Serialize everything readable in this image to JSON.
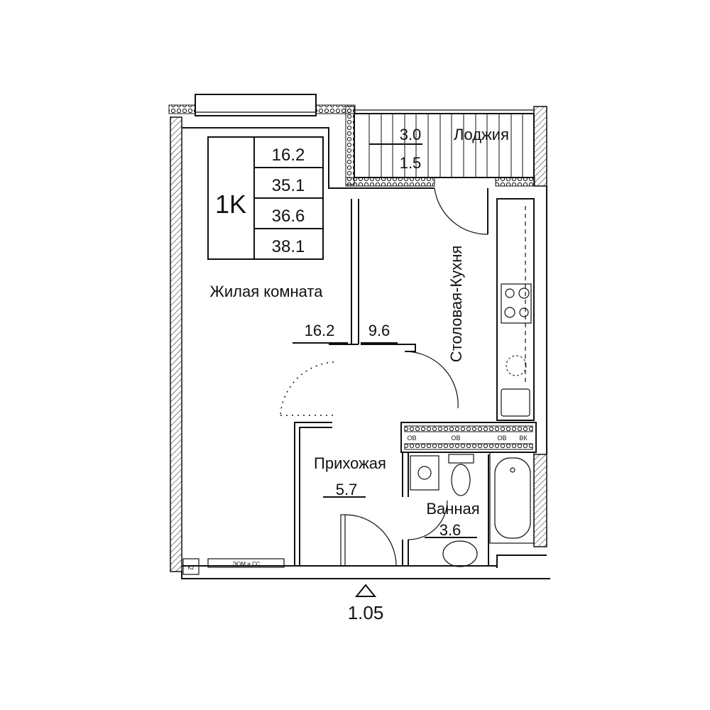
{
  "summary": {
    "type_label": "1K",
    "areas": [
      "16.2",
      "35.1",
      "36.6",
      "38.1"
    ]
  },
  "rooms": {
    "living": {
      "name": "Жилая комната",
      "area": "16.2"
    },
    "kitchen": {
      "name": "Столовая-Кухня",
      "area": "9.6"
    },
    "loggia": {
      "name": "Лоджия",
      "area_full": "3.0",
      "area_reduced": "1.5"
    },
    "hallway": {
      "name": "Прихожая",
      "area": "5.7"
    },
    "bathroom": {
      "name": "Ванная",
      "area": "3.6"
    }
  },
  "shafts": {
    "ov": "ОВ",
    "vk": "ВК",
    "k2": "К2",
    "eom": "ЭОМ и СС"
  },
  "entrance": {
    "label": "1.05"
  },
  "colors": {
    "line": "#111111",
    "background": "#ffffff"
  }
}
